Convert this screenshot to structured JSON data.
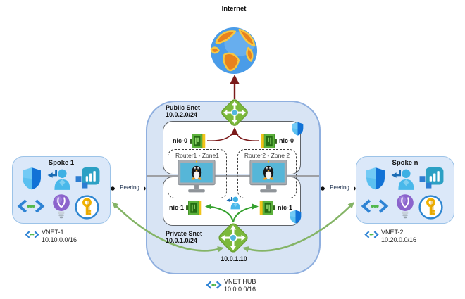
{
  "labels": {
    "internet": "Internet",
    "peering_left": "Peering",
    "peering_right": "Peering"
  },
  "hub": {
    "public_snet_name": "Public Snet",
    "public_snet_cidr": "10.0.2.0/24",
    "private_snet_name": "Private Snet",
    "private_snet_cidr": "10.0.1.0/24",
    "router1_label": "Router1 - Zone1",
    "router2_label": "Router2 - Zone 2",
    "nic0_left": "nic-0",
    "nic0_right": "nic-0",
    "nic1_left": "nic-1",
    "nic1_right": "nic-1",
    "lb_ip": "10.0.1.10",
    "vnet_name": "VNET HUB",
    "vnet_cidr": "10.0.0.0/16"
  },
  "spokes": [
    {
      "title": "Spoke 1",
      "vnet_name": "VNET-1",
      "vnet_cidr": "10.10.0.0/16"
    },
    {
      "title": "Spoke n",
      "vnet_name": "VNET-2",
      "vnet_cidr": "10.20.0.0/16"
    }
  ],
  "icons": {
    "globe": "internet-globe",
    "load_balancer": "azure-load-balancer",
    "nic": "network-interface-card",
    "router_vm": "linux-router-vm-monitor",
    "shield": "network-security-shield",
    "user": "user-sign-in",
    "chart": "monitor-workbook-chart",
    "vnet": "virtual-network-brackets",
    "bulb": "advisor-lightbulb",
    "key": "key-vault"
  },
  "colors": {
    "hub_fill": "#d8e4f4",
    "hub_border": "#8fafdf",
    "spoke_fill": "#dbe8f9",
    "spoke_border": "#9cc3e8",
    "lb_green": "#7cb93c",
    "nic_green": "#5cb13c",
    "nic_yellow": "#f0c419",
    "maroon_arrow": "#7b1a1a",
    "green_arrow_outer": "#84b466",
    "green_arrow_inner": "#36a12f",
    "shield_blue": "#2f8fe8",
    "screen_blue": "#56b6d8"
  }
}
